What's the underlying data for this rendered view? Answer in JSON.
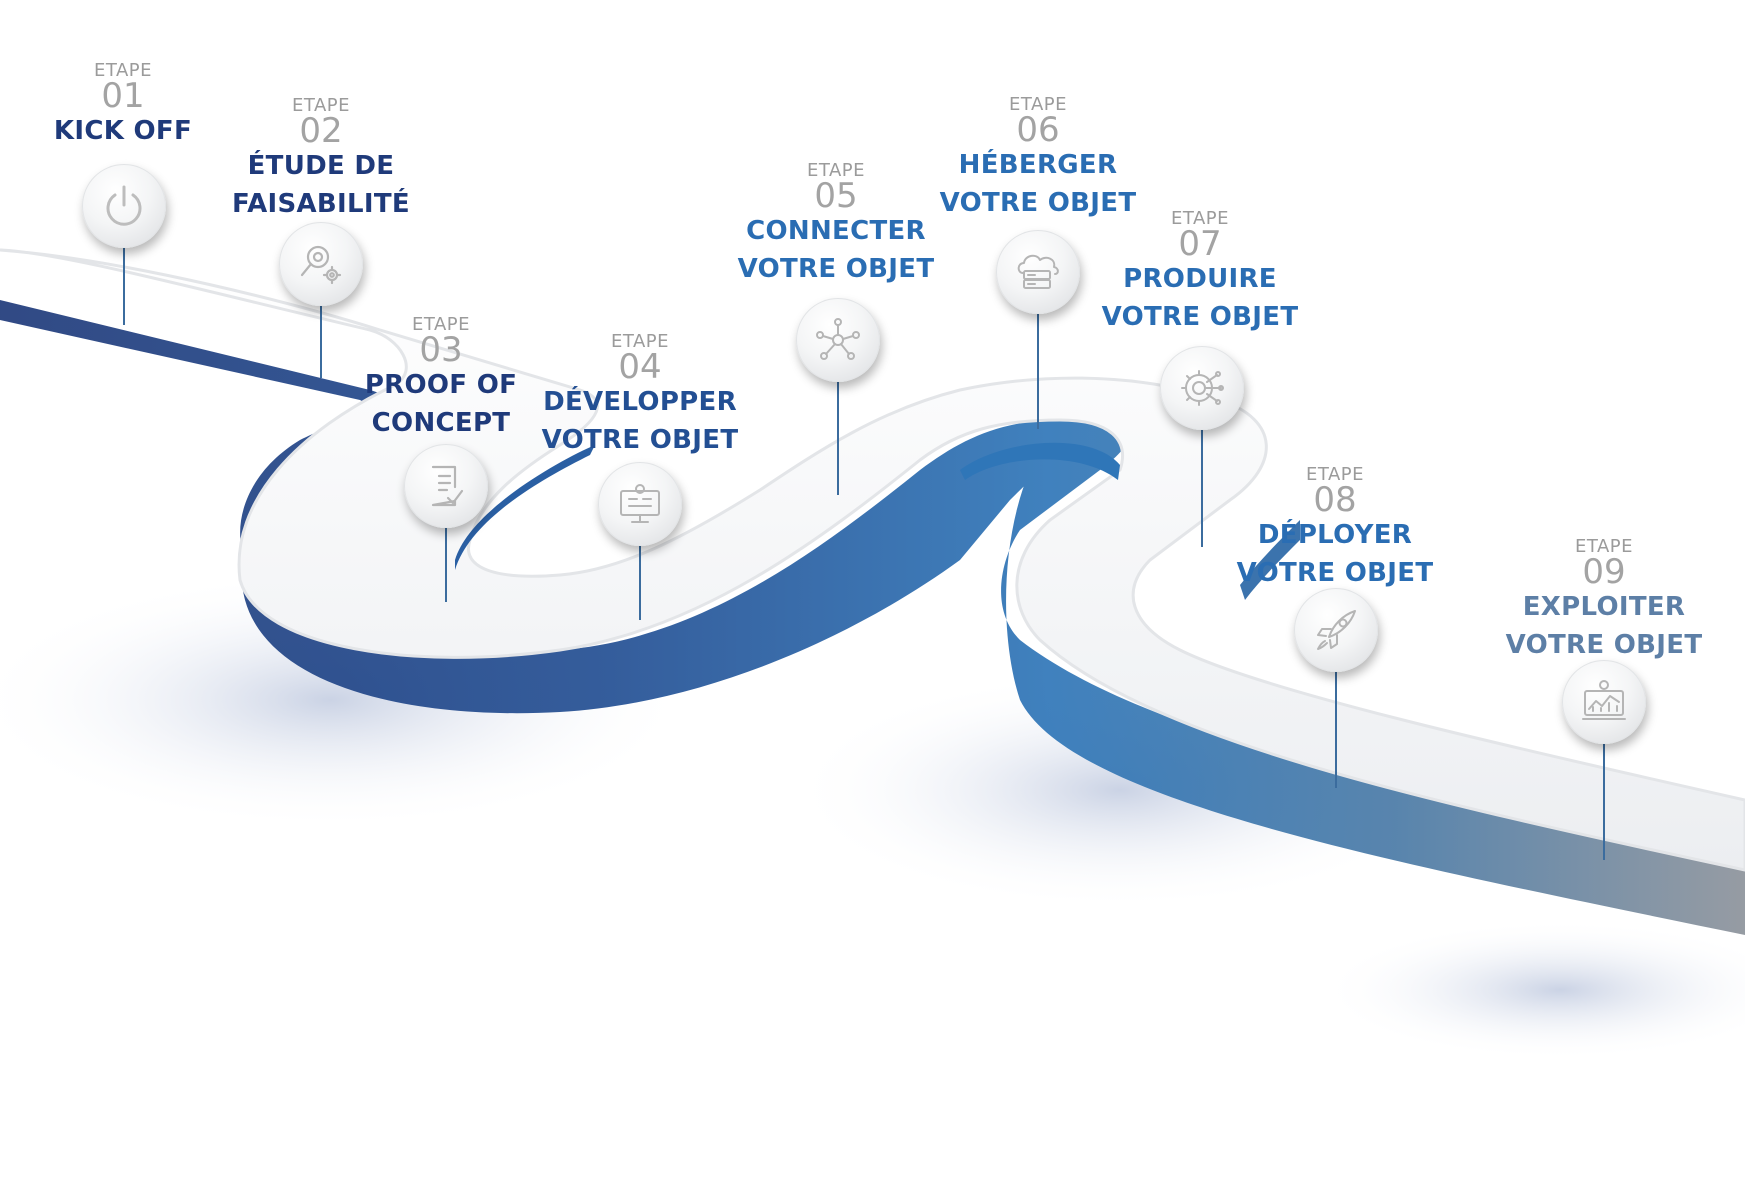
{
  "colors": {
    "navy": "#1f3a7a",
    "mid_blue": "#2a5fa3",
    "bright_blue": "#2f76b8",
    "slate": "#5d7fa6",
    "gray_label": "#9b9b9b"
  },
  "steps": [
    {
      "etape": "ETAPE",
      "num": "01",
      "line1": "KICK OFF",
      "line2": "",
      "color": "#1f3a7a",
      "icon": "power-icon"
    },
    {
      "etape": "ETAPE",
      "num": "02",
      "line1": "ÉTUDE DE",
      "line2": "FAISABILITÉ",
      "color": "#1f3a7a",
      "icon": "search-gears-icon"
    },
    {
      "etape": "ETAPE",
      "num": "03",
      "line1": "PROOF OF",
      "line2": "CONCEPT",
      "color": "#1f3a7a",
      "icon": "document-check-icon"
    },
    {
      "etape": "ETAPE",
      "num": "04",
      "line1": "DÉVELOPPER",
      "line2": "VOTRE OBJET",
      "color": "#234f93",
      "icon": "monitor-circuit-icon"
    },
    {
      "etape": "ETAPE",
      "num": "05",
      "line1": "CONNECTER",
      "line2": "VOTRE OBJET",
      "color": "#2a6db3",
      "icon": "network-nodes-icon"
    },
    {
      "etape": "ETAPE",
      "num": "06",
      "line1": "HÉBERGER",
      "line2": "VOTRE OBJET",
      "color": "#2a6db3",
      "icon": "cloud-server-icon"
    },
    {
      "etape": "ETAPE",
      "num": "07",
      "line1": "PRODUIRE",
      "line2": "VOTRE OBJET",
      "color": "#2a6db3",
      "icon": "gear-circuit-icon"
    },
    {
      "etape": "ETAPE",
      "num": "08",
      "line1": "DÉPLOYER",
      "line2": "VOTRE OBJET",
      "color": "#2a6db3",
      "icon": "rocket-icon"
    },
    {
      "etape": "ETAPE",
      "num": "09",
      "line1": "EXPLOITER",
      "line2": "VOTRE OBJET",
      "color": "#5d7fa6",
      "icon": "monitor-chart-icon"
    }
  ]
}
